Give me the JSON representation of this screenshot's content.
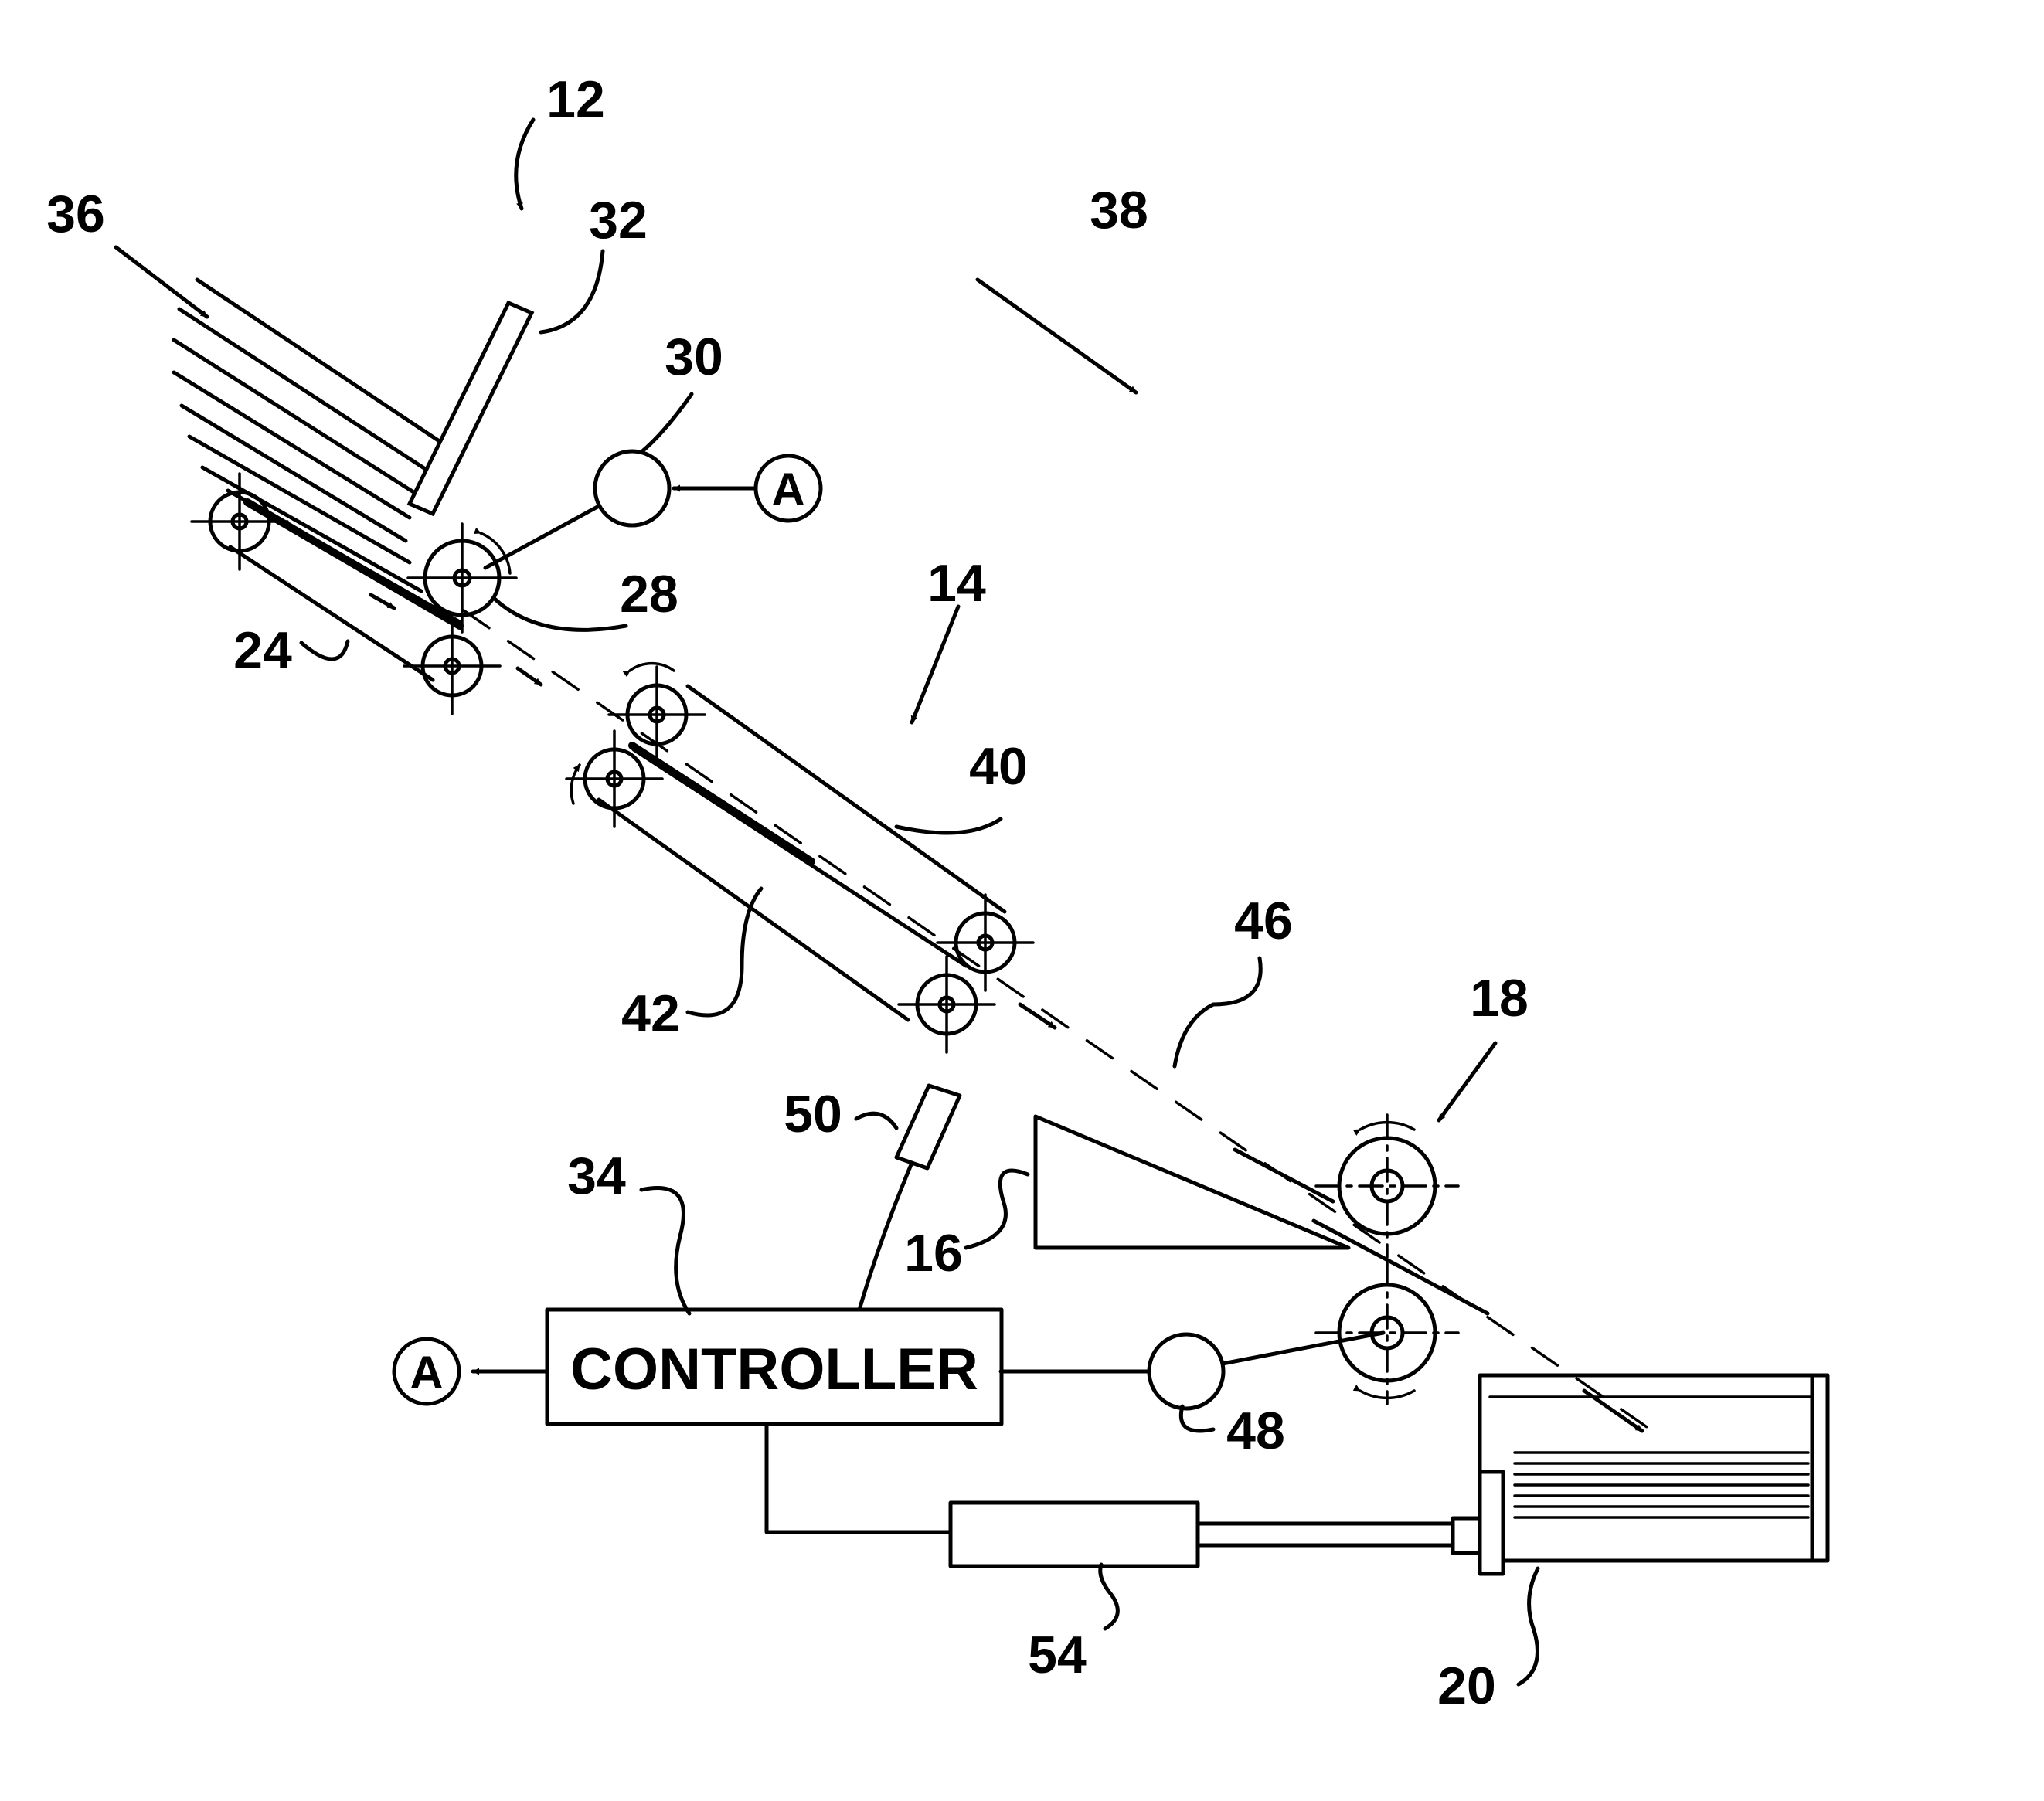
{
  "figure": {
    "controller_text": "CONTROLLER",
    "connector_label": "A",
    "labels": {
      "l12": "12",
      "l14": "14",
      "l16": "16",
      "l18": "18",
      "l20": "20",
      "l24": "24",
      "l28": "28",
      "l30": "30",
      "l32": "32",
      "l34": "34",
      "l36": "36",
      "l38": "38",
      "l40": "40",
      "l42": "42",
      "l46": "46",
      "l48": "48",
      "l50": "50",
      "l54": "54"
    }
  }
}
